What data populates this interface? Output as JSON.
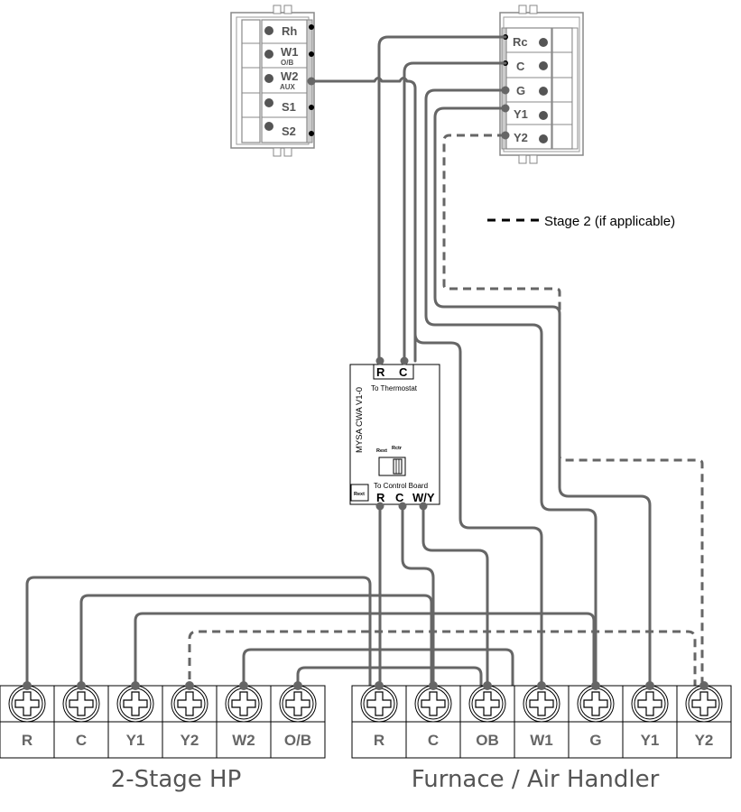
{
  "thermostat_left": {
    "terminals": [
      {
        "label": "Rh",
        "sub": ""
      },
      {
        "label": "W1",
        "sub": "O/B"
      },
      {
        "label": "W2",
        "sub": "AUX"
      },
      {
        "label": "S1",
        "sub": ""
      },
      {
        "label": "S2",
        "sub": ""
      }
    ]
  },
  "thermostat_right": {
    "terminals": [
      {
        "label": "Rc"
      },
      {
        "label": "C"
      },
      {
        "label": "G"
      },
      {
        "label": "Y1"
      },
      {
        "label": "Y2"
      }
    ]
  },
  "legend": {
    "stage2_label": "Stage 2 (if applicable)"
  },
  "module": {
    "model": "MYSA CWA V1-0",
    "top_terminals": [
      "R",
      "C"
    ],
    "top_caption": "To Thermostat",
    "switch_left": "Rext",
    "switch_right": "Rctr",
    "rext_box": "Rext",
    "bottom_caption": "To Control Board",
    "bottom_terminals": [
      "R",
      "C",
      "W/Y"
    ]
  },
  "heat_pump": {
    "title": "2-Stage HP",
    "terminals": [
      "R",
      "C",
      "Y1",
      "Y2",
      "W2",
      "O/B"
    ]
  },
  "furnace": {
    "title": "Furnace / Air Handler",
    "terminals": [
      "R",
      "C",
      "OB",
      "W1",
      "G",
      "Y1",
      "Y2"
    ]
  },
  "colors": {
    "wire": "#666666",
    "outline": "#000000",
    "label": "#666666"
  }
}
